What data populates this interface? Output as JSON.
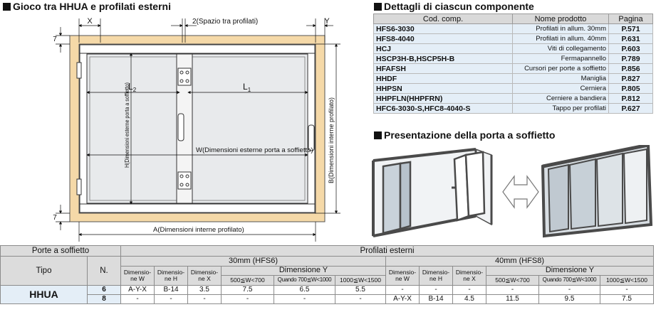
{
  "drawing_section": {
    "title": "Gioco tra HHUA e profilati esterni",
    "labels": {
      "x": "X",
      "y": "Y",
      "gap": "2(Spazio tra profilati)",
      "seven_top": "7",
      "seven_bottom": "7",
      "l2_main": "L",
      "l2_sub": "2",
      "l1_main": "L",
      "l1_sub": "1",
      "w_dim": "W(Dimensioni esterne porta a soffietto)",
      "h_dim": "H(Dimensioni esterne porta a soffietto)",
      "b_dim": "B(Dimensioni interne profilato)",
      "a_dim": "A(Dimensioni interne profilato)"
    }
  },
  "components_section": {
    "title": "Dettagli di ciascun componente",
    "headers": [
      "Cod. comp.",
      "Nome prodotto",
      "Pagina"
    ],
    "rows": [
      {
        "code": "HFS6-3030",
        "name": "Profilati in allum. 30mm",
        "page": "P.571"
      },
      {
        "code": "HFS8-4040",
        "name": "Profilati in allum. 40mm",
        "page": "P.631"
      },
      {
        "code": "HCJ",
        "name": "Viti di collegamento",
        "page": "P.603"
      },
      {
        "code": "HSCP3H-B,HSCP5H-B",
        "name": "Fermapannello",
        "page": "P.789"
      },
      {
        "code": "HFAFSH",
        "name": "Cursori per porte a soffietto",
        "page": "P.856"
      },
      {
        "code": "HHDF",
        "name": "Maniglia",
        "page": "P.827"
      },
      {
        "code": "HHPSN",
        "name": "Cerniera",
        "page": "P.805"
      },
      {
        "code": "HHPFLN(HHPFRN)",
        "name": "Cerniere a bandiera",
        "page": "P.812"
      },
      {
        "code": "HFC6-3030-S,HFC8-4040-S",
        "name": "Tappo per profilati",
        "page": "P.627"
      }
    ]
  },
  "presentation_section": {
    "title": "Presentazione della porta a soffietto"
  },
  "spec_table": {
    "header_door": "Porte a soffietto",
    "header_profiles": "Profilati esterni",
    "group_30": "30mm (HFS6)",
    "group_40": "40mm (HFS8)",
    "col_tipo": "Tipo",
    "col_n": "N.",
    "col_w": "Dimensione W",
    "col_h": "Dimensione H",
    "col_x": "Dimensione X",
    "col_y": "Dimensione Y",
    "w_dimensio": "Dimensio-",
    "w_ne_w": "ne W",
    "w_ne_h": "ne H",
    "w_ne_x": "ne X",
    "range_1": "500≦W<700",
    "range_2": "Quando 700≦W<1000",
    "range_3": "1000≦W<1500",
    "model": "HHUA",
    "rows": [
      {
        "n": "6",
        "v30": [
          "A-Y-X",
          "B-14",
          "3.5",
          "7.5",
          "6.5",
          "5.5"
        ],
        "v40": [
          "-",
          "-",
          "-",
          "-",
          "-",
          "-"
        ]
      },
      {
        "n": "8",
        "v30": [
          "-",
          "-",
          "-",
          "-",
          "-",
          "-"
        ],
        "v40": [
          "A-Y-X",
          "B-14",
          "4.5",
          "11.5",
          "9.5",
          "7.5"
        ]
      }
    ]
  },
  "colors": {
    "wood_frame": "#f5d9a8",
    "row_tint": "#e4eef7",
    "header_gray": "#d9d9d9"
  }
}
